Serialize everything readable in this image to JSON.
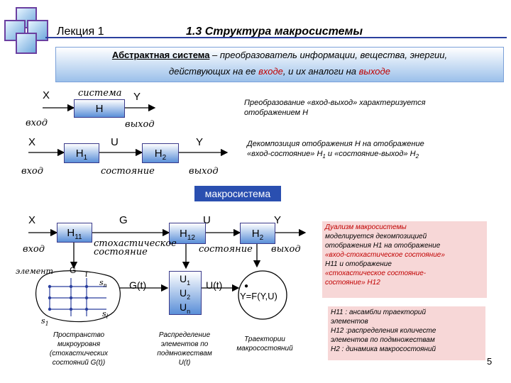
{
  "header": {
    "lecture": "Лекция 1",
    "section": "1.3 Структура макросистемы"
  },
  "banner": {
    "term": "Абстрактная система",
    "def_part1": " – преобразователь информации, вещества, энергии,",
    "def_part2": "действующих на ее ",
    "input_word": "входе",
    "def_part3": ", и их аналоги на ",
    "output_word": "выходе"
  },
  "row1": {
    "x": "X",
    "sistema": "система",
    "y": "Y",
    "h": "H",
    "vhod": "вход",
    "vyhod": "выход",
    "note_l1": "Преобразование «вход-выход» характеризуется",
    "note_l2": "отображением H"
  },
  "row2": {
    "x": "X",
    "u": "U",
    "y": "Y",
    "h1": "H",
    "h1_sub": "1",
    "h2": "H",
    "h2_sub": "2",
    "vhod": "вход",
    "sostoyanie": "состояние",
    "vyhod": "выход",
    "note_l1": "Декомпозиция отображения H на отображение",
    "note_l2": "«вход-состояние» H",
    "note_sub1": "1",
    "note_l2b": " и «состояние-выход» H",
    "note_sub2": "2"
  },
  "macrosystem_label": "макросистема",
  "row3": {
    "x": "X",
    "g": "G",
    "u": "U",
    "y": "Y",
    "h11": "H",
    "h11_sub": "11",
    "h12": "H",
    "h12_sub": "12",
    "h2": "H",
    "h2_sub": "2",
    "vhod": "вход",
    "stoch1": "стохастическое",
    "stoch2": "состояние",
    "sostoyanie": "состояние",
    "vyhod": "выход"
  },
  "micro": {
    "element": "элемент",
    "g": "G",
    "i": "i",
    "s1": "s",
    "s1_sub": "1",
    "sn": "s",
    "sn_sub": "n",
    "sl": "s",
    "sl_sub": "l",
    "caption": [
      "Пространство",
      "микроуровня",
      "(стохастических",
      "состояний G(t))"
    ]
  },
  "middle": {
    "gt": "G(t)",
    "u1": "U",
    "u1_sub": "1",
    "u2": "U",
    "u2_sub": "2",
    "un": "U",
    "un_sub": "n",
    "ut": "U(t)",
    "caption": [
      "Распределение",
      "элементов по",
      "подмножествам",
      "U(t)"
    ]
  },
  "right": {
    "y_eq": "Y=F(Y,U)",
    "caption": [
      "Траектории",
      "макросостояний"
    ]
  },
  "duality_panel": [
    "Дуализм макросистемы",
    "моделируется декомпозицией",
    "отображения H1 на отображение",
    "«вход-стохастическое состояние»",
    "H11 и отображение",
    "«стохастическое состояние-",
    "состояние» H12"
  ],
  "legend_panel": [
    "H11 : ансамбли траекторий",
    "элементов",
    "H12 :распределения количесте",
    "элементов по подмножествам",
    "H2 : динамика макросостояний"
  ],
  "page_number": "5",
  "colors": {
    "accent": "#2a3f9e",
    "macro_label_bg": "#2a4fb0",
    "panel_bg": "#f7d7d7",
    "red": "#c00000"
  }
}
